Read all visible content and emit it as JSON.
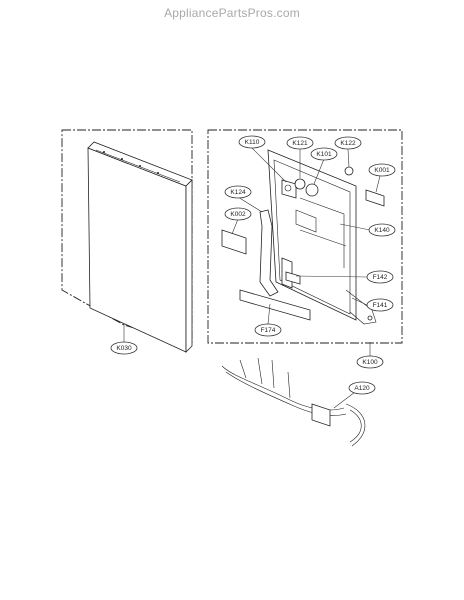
{
  "watermark": {
    "text": "AppliancePartsPros.com",
    "color": "#a9a9a9"
  },
  "callouts": [
    {
      "id": "K030",
      "text": "K030"
    },
    {
      "id": "K110",
      "text": "K110"
    },
    {
      "id": "K121",
      "text": "K121"
    },
    {
      "id": "K101",
      "text": "K101"
    },
    {
      "id": "K122",
      "text": "K122"
    },
    {
      "id": "K001",
      "text": "K001"
    },
    {
      "id": "K124",
      "text": "K124"
    },
    {
      "id": "K002",
      "text": "K002"
    },
    {
      "id": "K140",
      "text": "K140"
    },
    {
      "id": "F142",
      "text": "F142"
    },
    {
      "id": "F141",
      "text": "F141"
    },
    {
      "id": "F174",
      "text": "F174"
    },
    {
      "id": "K100",
      "text": "K100"
    },
    {
      "id": "A120",
      "text": "A120"
    }
  ]
}
